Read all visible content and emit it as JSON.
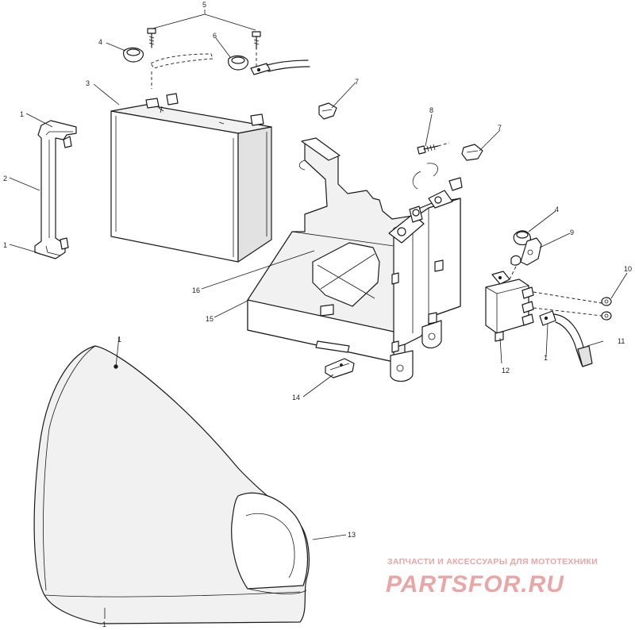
{
  "callouts": {
    "c1_top": "1",
    "c2": "2",
    "c1_bottom": "1",
    "c3": "3",
    "c4_top": "4",
    "c5": "5",
    "c6": "6",
    "c7_left": "7",
    "c8": "8",
    "c7_right": "7",
    "c4_right": "4",
    "c9": "9",
    "c10": "10",
    "c11": "11",
    "c12": "12",
    "c1_wire": "1",
    "c16": "16",
    "c15": "15",
    "c14": "14",
    "c13": "13",
    "c1_cover_top": "1",
    "c1_cover_bottom": "1"
  },
  "watermark": {
    "tagline": "ЗАПЧАСТИ И АКСЕССУАРЫ ДЛЯ МОТОТЕХНИКИ",
    "brand": "PARTSFOR.RU"
  },
  "colors": {
    "line": "#1a1a1a",
    "watermark": "#e8a6a6"
  }
}
